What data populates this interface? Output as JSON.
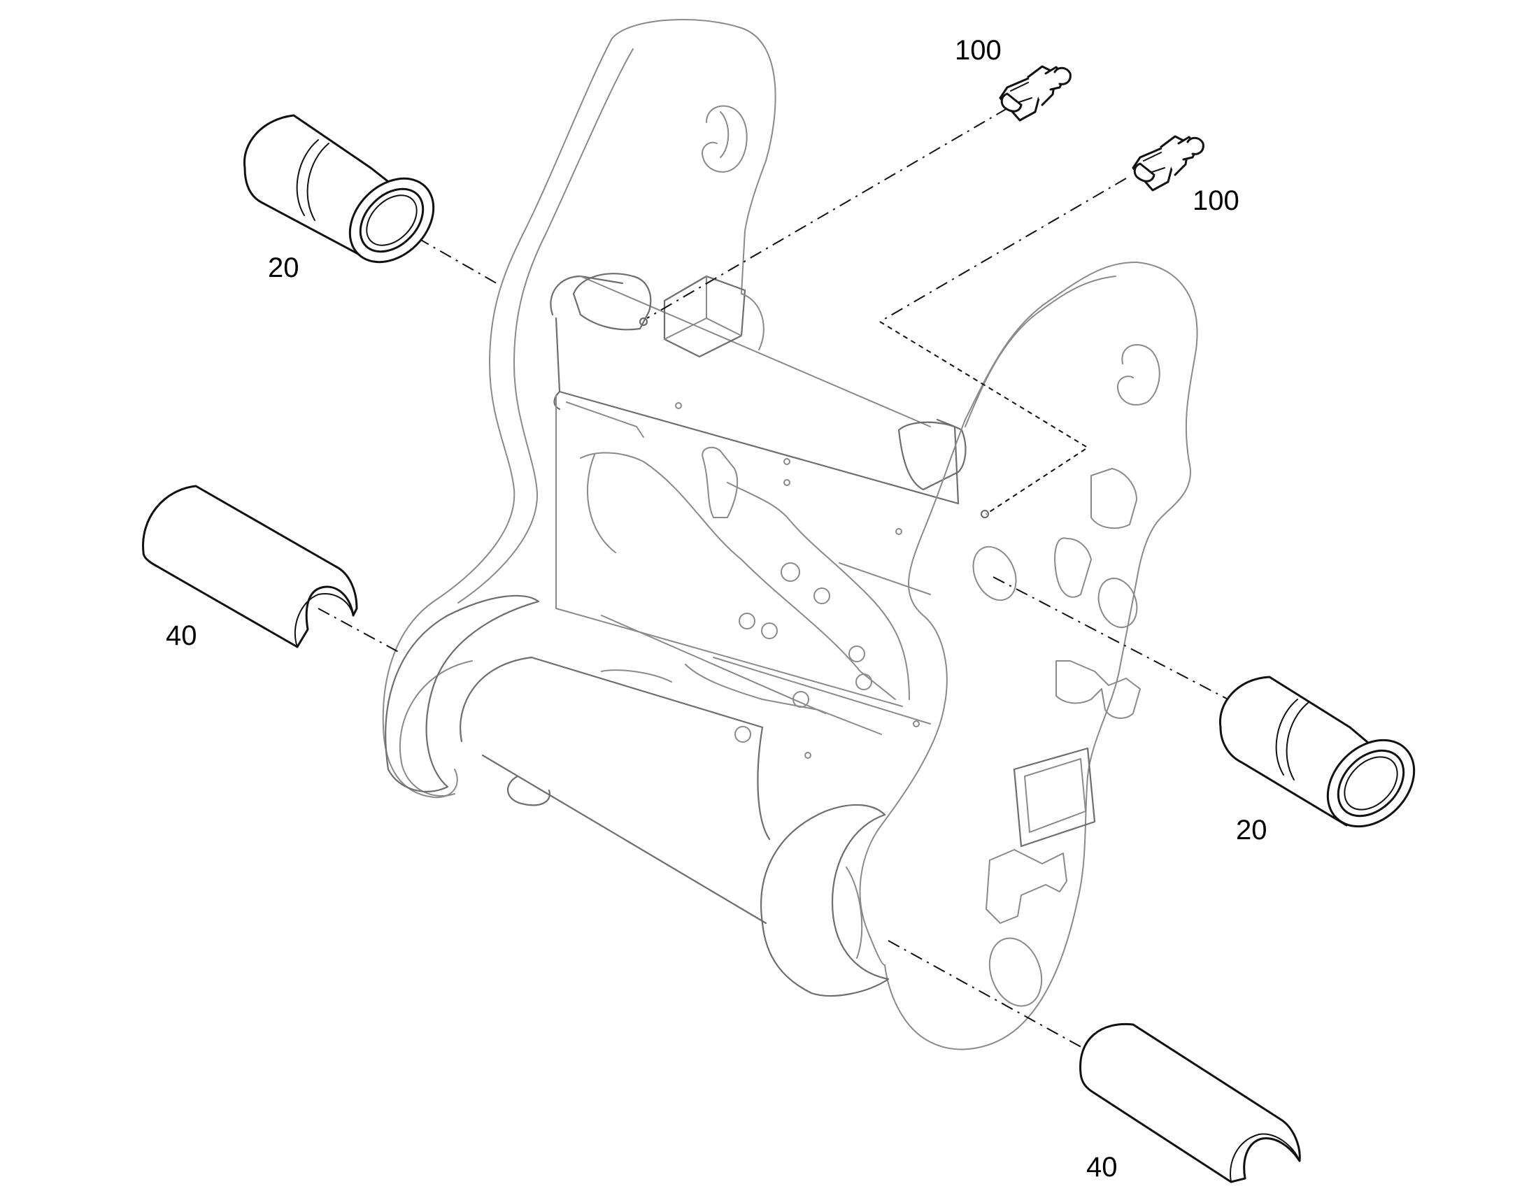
{
  "callouts": {
    "grease_fitting_top": "100",
    "grease_fitting_right": "100",
    "bushing_top_left": "20",
    "bushing_bottom_right": "20",
    "half_bushing_left": "40",
    "half_bushing_bottom": "40"
  },
  "colors": {
    "part_stroke": "#111111",
    "frame_stroke": "#8a8a8a",
    "background": "#ffffff"
  }
}
